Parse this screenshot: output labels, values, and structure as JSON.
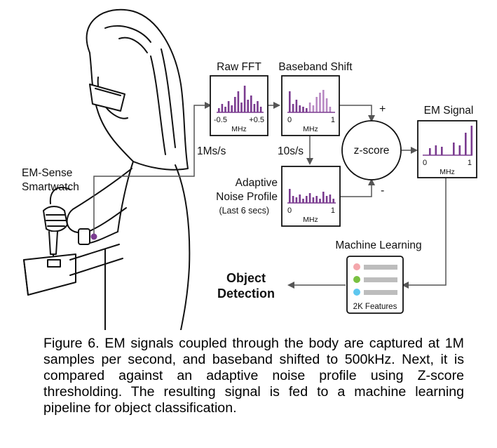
{
  "diagram": {
    "person_label_line1": "EM-Sense",
    "person_label_line2": "Smartwatch",
    "rate_1ms": "1Ms/s",
    "rate_10s": "10s/s",
    "raw_fft": {
      "title": "Raw FFT",
      "tick_left": "-0.5",
      "tick_right": "+0.5",
      "unit": "MHz"
    },
    "baseband": {
      "title": "Baseband Shift",
      "tick_left": "0",
      "tick_right": "1",
      "unit": "MHz"
    },
    "noise": {
      "title_line1": "Adaptive",
      "title_line2": "Noise Profile",
      "subtitle": "(Last 6 secs)",
      "tick_left": "0",
      "tick_right": "1",
      "unit": "MHz"
    },
    "em_signal": {
      "title": "EM Signal",
      "tick_left": "0",
      "tick_right": "1",
      "unit": "MHz"
    },
    "zscore": {
      "label": "z-score",
      "plus": "+",
      "minus": "-"
    },
    "ml": {
      "title": "Machine Learning",
      "features": "2K Features",
      "dot_colors": [
        "#f4a7ac",
        "#7ac142",
        "#5ec7ef"
      ]
    },
    "object_detection_line1": "Object",
    "object_detection_line2": "Detection",
    "accent_color": "#7a3b8f"
  },
  "caption": "Figure 6. EM signals coupled through the body are captured at 1M samples per second, and baseband shifted to 500kHz. Next, it is compared against an adaptive noise profile using Z-score thresholding. The resulting signal is fed to a machine learning pipeline for object classification."
}
